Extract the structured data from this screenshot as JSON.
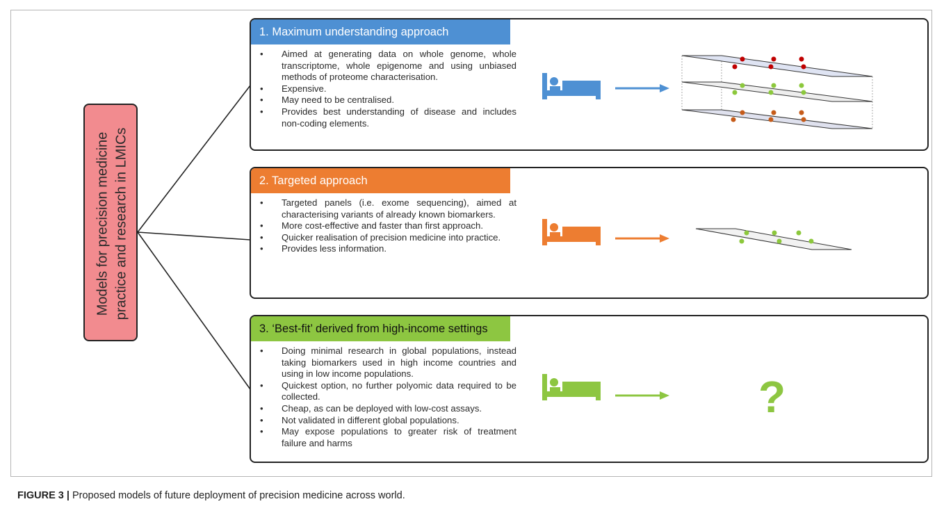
{
  "figure": {
    "caption_label": "FIGURE 3 |",
    "caption_text": " Proposed models of future deployment of precision medicine across world."
  },
  "center": {
    "line1": "Models for precision medicine",
    "line2": "practice and research in LMICs",
    "color": "#f28b8f"
  },
  "approaches": [
    {
      "title": "1. Maximum understanding approach",
      "color": "#4e90d3",
      "icon": "hospital-bed-icon",
      "result": "three-omics-layers",
      "bullets": [
        "Aimed at generating data on whole genome, whole transcriptome, whole epigenome and using unbiased methods of proteome characterisation.",
        "Expensive.",
        "May need to be centralised.",
        "Provides best understanding of disease and includes non-coding elements."
      ]
    },
    {
      "title": "2. Targeted approach",
      "color": "#ed7d31",
      "icon": "hospital-bed-icon",
      "result": "single-layer",
      "bullets": [
        "Targeted panels (i.e. exome sequencing), aimed at characterising variants of already known biomarkers.",
        "More cost-effective and faster than first approach.",
        "Quicker realisation of precision medicine into practice.",
        "Provides less information."
      ]
    },
    {
      "title": "3. ‘Best-fit’ derived from high-income settings",
      "color": "#8dc641",
      "icon": "hospital-bed-icon",
      "result": "?",
      "bullets": [
        "Doing minimal research in global populations, instead taking biomarkers used in high income countries and using in low income populations.",
        "Quickest option, no further polyomic data required to be collected.",
        "Cheap, as can be deployed with low-cost assays.",
        "Not validated in different global populations.",
        "May expose populations to greater risk of treatment failure and harms"
      ]
    }
  ]
}
